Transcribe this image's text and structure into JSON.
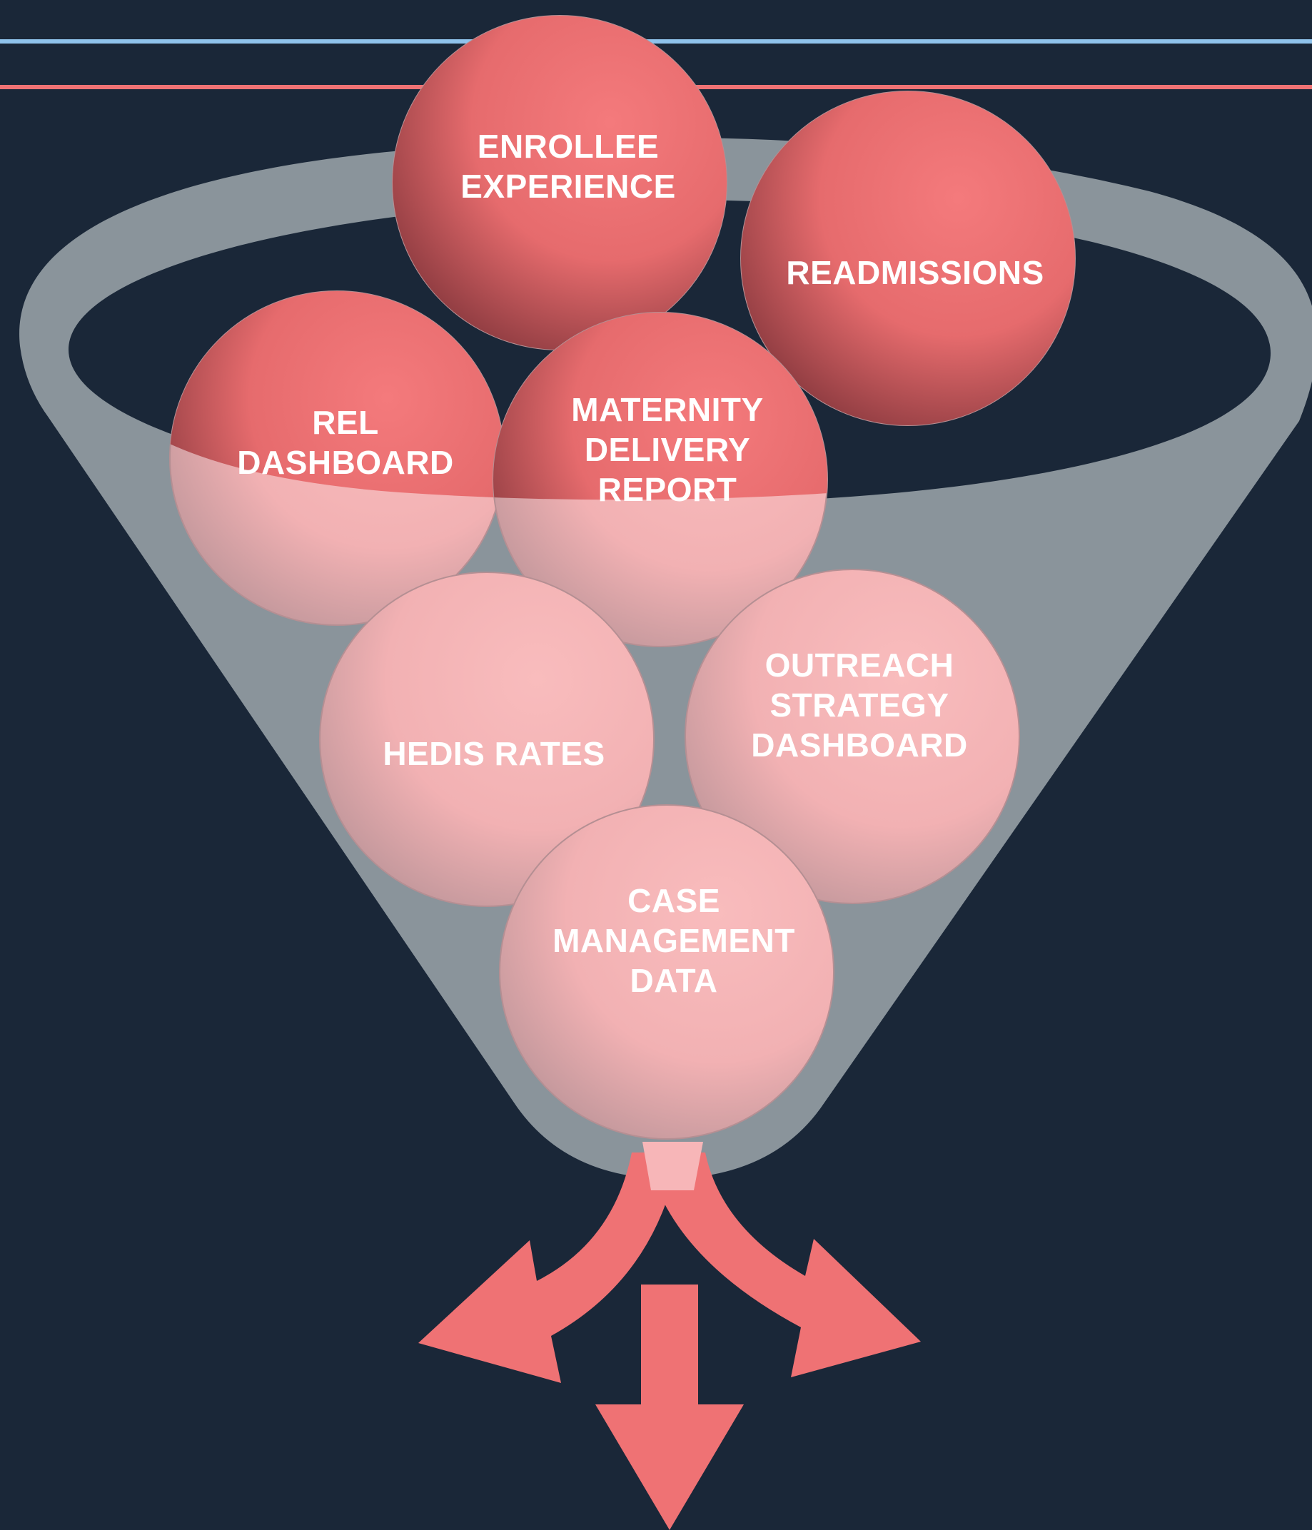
{
  "colors": {
    "background": "#1a2738",
    "line_top": "#8fc3ec",
    "line_bottom": "#ef7274",
    "funnel": "#8a949b",
    "ball": "#ef7274",
    "ball_light": "#f7b6b8",
    "arrow": "#ef7274"
  },
  "balls": [
    {
      "id": "enrollee-experience",
      "lines": [
        "ENROLLEE",
        "EXPERIENCE"
      ]
    },
    {
      "id": "readmissions",
      "lines": [
        "READMISSIONS"
      ]
    },
    {
      "id": "rel-dashboard",
      "lines": [
        "REL",
        "DASHBOARD"
      ]
    },
    {
      "id": "maternity-delivery-report",
      "lines": [
        "MATERNITY",
        "DELIVERY",
        "REPORT"
      ]
    },
    {
      "id": "hedis-rates",
      "lines": [
        "HEDIS RATES"
      ]
    },
    {
      "id": "outreach-strategy-dashboard",
      "lines": [
        "OUTREACH",
        "STRATEGY",
        "DASHBOARD"
      ]
    },
    {
      "id": "case-management-data",
      "lines": [
        "CASE",
        "MANAGEMENT",
        "DATA"
      ]
    }
  ],
  "outputs": {
    "arrow_count": 3,
    "arrow_icons": [
      "arrow-left-down-icon",
      "arrow-down-icon",
      "arrow-right-down-icon"
    ]
  }
}
